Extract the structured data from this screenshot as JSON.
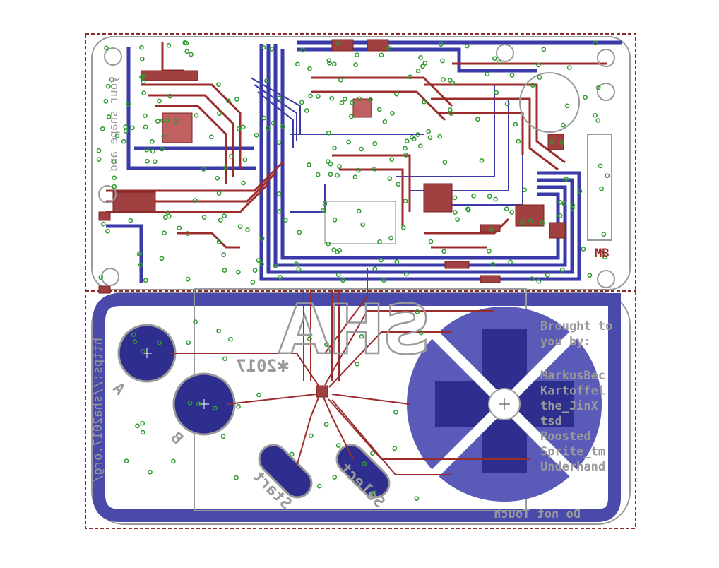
{
  "board": {
    "mainboard_label": "MB",
    "mirrored_texts": {
      "side_credit": "your shape and",
      "url": "https://sha2017.org/",
      "logo": "SHA",
      "year": "2017",
      "year_star": "✱",
      "button_a": "A",
      "button_b": "B",
      "start": "Start",
      "select": "Select",
      "bottom_warning": "Do not Touch"
    },
    "credits": {
      "heading_line1": "Brought to",
      "heading_line2": "you by:",
      "names": [
        "MarkusBec",
        "Kartoffel",
        "the_JinX",
        "tsd",
        "Roosted",
        "Sprite_tm",
        "Underhand"
      ]
    },
    "colors": {
      "bottom_copper": "#3a3aa8",
      "top_copper": "#9c2c2c",
      "via": "#2f9a2f",
      "outline": "#8a2a2a",
      "silkscreen": "#9a9a9a"
    }
  }
}
